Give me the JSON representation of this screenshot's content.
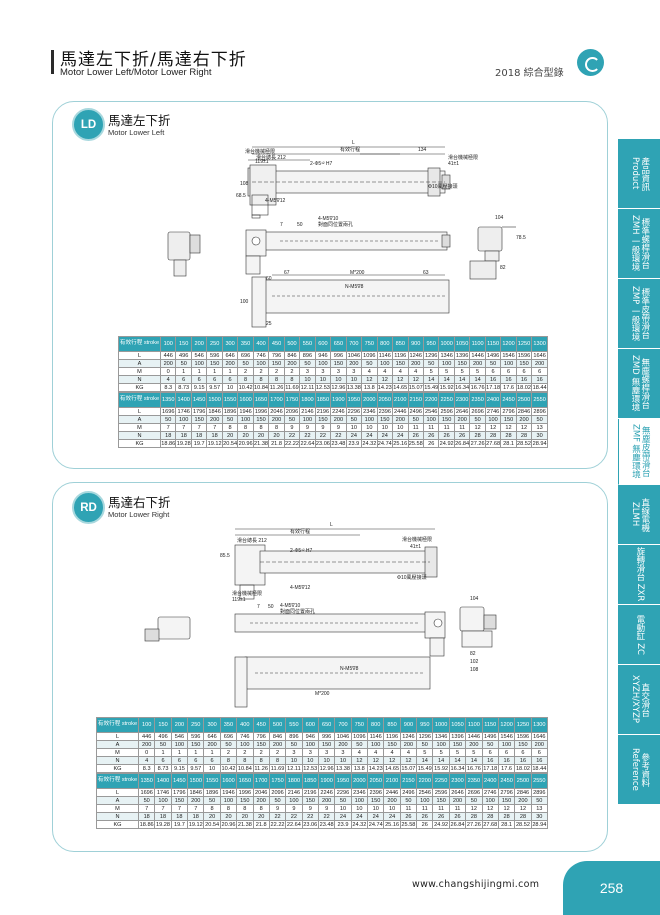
{
  "header": {
    "title": "馬達左下折/馬達右下折",
    "subtitle": "Motor Lower Left/Motor Lower Right",
    "catalog": "2018 綜合型錄"
  },
  "tabs": [
    {
      "label": "產品資訊 Product"
    },
    {
      "label": "標準螺桿滑台ZMH 一般環境"
    },
    {
      "label": "標準皮帶滑台ZMP 一般環境"
    },
    {
      "label": "無塵螺桿滑台ZMD 無塵環境"
    },
    {
      "label": "無塵皮帶滑台ZMF 無塵環境"
    },
    {
      "label": "直線電機 ZLMH"
    },
    {
      "label": "旋轉滑台 ZXR"
    },
    {
      "label": "電動缸 ZC"
    },
    {
      "label": "直交滑台 XYZH/XYZP"
    },
    {
      "label": "參考資料 Reference"
    }
  ],
  "ld": {
    "badge": "LD",
    "title": "馬達左下折",
    "subtitle": "Motor Lower Left",
    "labels": {
      "stroke_total": "滑台總長 212",
      "stroke": "有效行程",
      "l": "L",
      "l134": "134",
      "stage": "滑台機械極限",
      "s119": "119±1",
      "h7": "2-Φ5¹² H7",
      "s411": "41±1",
      "hole": "Φ10風壓接頭",
      "m5": "4-M5∇10",
      "opp": "對面同位置兩孔",
      "m5b": "4-M5∇12",
      "d68": "68.5",
      "d108": "108",
      "d104": "104",
      "d82": "82",
      "d78": "78.5",
      "d7": "7",
      "d50": "50",
      "d67": "67",
      "mtxt": "M*200",
      "a63": "63",
      "n": "N-M5∇8",
      "d60": "60",
      "d100": "100",
      "d25": "25"
    }
  },
  "rd": {
    "badge": "RD",
    "title": "馬達右下折",
    "subtitle": "Motor Lower Right",
    "labels": {
      "stroke_total": "滑台總長 212",
      "stroke": "有效行程",
      "l": "L",
      "stage": "滑台機械極限",
      "s119": "119±1",
      "s411": "41±1",
      "h7": "2-Φ5¹² H7",
      "hole": "Φ10風壓接頭",
      "m5": "4-M5∇10",
      "opp": "對面同位置兩孔",
      "m5b": "4-M5∇12",
      "d85": "85.5",
      "d104": "104",
      "d82": "82",
      "d102": "102",
      "d108": "108",
      "mtxt": "M*200",
      "n": "N-M5∇8",
      "d7": "7",
      "d50": "50"
    }
  },
  "table_ld": {
    "head1": [
      "有效行程 stroke",
      "100",
      "150",
      "200",
      "250",
      "300",
      "350",
      "400",
      "450",
      "500",
      "550",
      "600",
      "650",
      "700",
      "750",
      "800",
      "850",
      "900",
      "950",
      "1000",
      "1050",
      "1100",
      "1150",
      "1200",
      "1250",
      "1300"
    ],
    "rows1": [
      [
        "L",
        "446",
        "496",
        "546",
        "596",
        "646",
        "696",
        "746",
        "796",
        "846",
        "896",
        "946",
        "996",
        "1046",
        "1096",
        "1146",
        "1196",
        "1246",
        "1296",
        "1346",
        "1396",
        "1446",
        "1496",
        "1546",
        "1596",
        "1646"
      ],
      [
        "A",
        "200",
        "50",
        "100",
        "150",
        "200",
        "50",
        "100",
        "150",
        "200",
        "50",
        "100",
        "150",
        "200",
        "50",
        "100",
        "150",
        "200",
        "50",
        "100",
        "150",
        "200",
        "50",
        "100",
        "150",
        "200"
      ],
      [
        "M",
        "0",
        "1",
        "1",
        "1",
        "1",
        "2",
        "2",
        "2",
        "2",
        "3",
        "3",
        "3",
        "3",
        "4",
        "4",
        "4",
        "4",
        "5",
        "5",
        "5",
        "5",
        "6",
        "6",
        "6",
        "6"
      ],
      [
        "N",
        "4",
        "6",
        "6",
        "6",
        "6",
        "8",
        "8",
        "8",
        "8",
        "10",
        "10",
        "10",
        "10",
        "12",
        "12",
        "12",
        "12",
        "14",
        "14",
        "14",
        "14",
        "16",
        "16",
        "16",
        "16"
      ],
      [
        "KG",
        "8.3",
        "8.73",
        "9.15",
        "9.57",
        "10",
        "10.42",
        "10.84",
        "11.26",
        "11.69",
        "12.11",
        "12.53",
        "12.96",
        "13.38",
        "13.8",
        "14.23",
        "14.65",
        "15.07",
        "15.49",
        "15.92",
        "16.34",
        "16.76",
        "17.18",
        "17.6",
        "18.02",
        "18.44"
      ]
    ],
    "head2": [
      "有效行程 stroke",
      "1350",
      "1400",
      "1450",
      "1500",
      "1550",
      "1600",
      "1650",
      "1700",
      "1750",
      "1800",
      "1850",
      "1900",
      "1950",
      "2000",
      "2050",
      "2100",
      "2150",
      "2200",
      "2250",
      "2300",
      "2350",
      "2400",
      "2450",
      "2500",
      "2550"
    ],
    "rows2": [
      [
        "L",
        "1696",
        "1746",
        "1796",
        "1846",
        "1896",
        "1946",
        "1996",
        "2046",
        "2096",
        "2146",
        "2196",
        "2246",
        "2296",
        "2346",
        "2396",
        "2446",
        "2496",
        "2546",
        "2596",
        "2646",
        "2696",
        "2746",
        "2796",
        "2846",
        "2896"
      ],
      [
        "A",
        "50",
        "100",
        "150",
        "200",
        "50",
        "100",
        "150",
        "200",
        "50",
        "100",
        "150",
        "200",
        "50",
        "100",
        "150",
        "200",
        "50",
        "100",
        "150",
        "200",
        "50",
        "100",
        "150",
        "200",
        "50"
      ],
      [
        "M",
        "7",
        "7",
        "7",
        "7",
        "8",
        "8",
        "8",
        "8",
        "9",
        "9",
        "9",
        "9",
        "10",
        "10",
        "10",
        "10",
        "11",
        "11",
        "11",
        "11",
        "12",
        "12",
        "12",
        "12",
        "13"
      ],
      [
        "N",
        "18",
        "18",
        "18",
        "18",
        "20",
        "20",
        "20",
        "20",
        "22",
        "22",
        "22",
        "22",
        "24",
        "24",
        "24",
        "24",
        "26",
        "26",
        "26",
        "26",
        "28",
        "28",
        "28",
        "28",
        "30"
      ],
      [
        "KG",
        "18.86",
        "19.28",
        "19.7",
        "19.12",
        "20.54",
        "20.96",
        "21.38",
        "21.8",
        "22.22",
        "22.64",
        "23.06",
        "23.48",
        "23.9",
        "24.32",
        "24.74",
        "25.16",
        "25.58",
        "26",
        "24.92",
        "26.84",
        "27.26",
        "27.68",
        "28.1",
        "28.52",
        "28.94"
      ]
    ]
  },
  "table_rd": {
    "head1": [
      "有效行程 stroke",
      "100",
      "150",
      "200",
      "250",
      "300",
      "350",
      "400",
      "450",
      "500",
      "550",
      "600",
      "650",
      "700",
      "750",
      "800",
      "850",
      "900",
      "950",
      "1000",
      "1050",
      "1100",
      "1150",
      "1200",
      "1250",
      "1300"
    ],
    "rows1": [
      [
        "L",
        "446",
        "496",
        "546",
        "596",
        "646",
        "696",
        "746",
        "796",
        "846",
        "896",
        "946",
        "996",
        "1046",
        "1096",
        "1146",
        "1196",
        "1246",
        "1296",
        "1346",
        "1396",
        "1446",
        "1496",
        "1546",
        "1596",
        "1646"
      ],
      [
        "A",
        "200",
        "50",
        "100",
        "150",
        "200",
        "50",
        "100",
        "150",
        "200",
        "50",
        "100",
        "150",
        "200",
        "50",
        "100",
        "150",
        "200",
        "50",
        "100",
        "150",
        "200",
        "50",
        "100",
        "150",
        "200"
      ],
      [
        "M",
        "0",
        "1",
        "1",
        "1",
        "1",
        "2",
        "2",
        "2",
        "2",
        "3",
        "3",
        "3",
        "3",
        "4",
        "4",
        "4",
        "4",
        "5",
        "5",
        "5",
        "5",
        "6",
        "6",
        "6",
        "6"
      ],
      [
        "N",
        "4",
        "6",
        "6",
        "6",
        "6",
        "8",
        "8",
        "8",
        "8",
        "10",
        "10",
        "10",
        "10",
        "12",
        "12",
        "12",
        "12",
        "14",
        "14",
        "14",
        "14",
        "16",
        "16",
        "16",
        "16"
      ],
      [
        "KG",
        "8.3",
        "8.73",
        "9.15",
        "9.57",
        "10",
        "10.42",
        "10.84",
        "11.26",
        "11.69",
        "12.11",
        "12.53",
        "12.96",
        "13.38",
        "13.8",
        "14.23",
        "14.65",
        "15.07",
        "15.49",
        "15.92",
        "16.34",
        "16.76",
        "17.18",
        "17.6",
        "18.02",
        "18.44"
      ]
    ],
    "head2": [
      "有效行程 stroke",
      "1350",
      "1400",
      "1450",
      "1500",
      "1550",
      "1600",
      "1650",
      "1700",
      "1750",
      "1800",
      "1850",
      "1900",
      "1950",
      "2000",
      "2050",
      "2100",
      "2150",
      "2200",
      "2250",
      "2300",
      "2350",
      "2400",
      "2450",
      "2500",
      "2550"
    ],
    "rows2": [
      [
        "L",
        "1696",
        "1746",
        "1796",
        "1846",
        "1896",
        "1946",
        "1996",
        "2046",
        "2096",
        "2146",
        "2196",
        "2246",
        "2296",
        "2346",
        "2396",
        "2446",
        "2496",
        "2546",
        "2596",
        "2646",
        "2696",
        "2746",
        "2796",
        "2846",
        "2896"
      ],
      [
        "A",
        "50",
        "100",
        "150",
        "200",
        "50",
        "100",
        "150",
        "200",
        "50",
        "100",
        "150",
        "200",
        "50",
        "100",
        "150",
        "200",
        "50",
        "100",
        "150",
        "200",
        "50",
        "100",
        "150",
        "200",
        "50"
      ],
      [
        "M",
        "7",
        "7",
        "7",
        "7",
        "8",
        "8",
        "8",
        "8",
        "9",
        "9",
        "9",
        "9",
        "10",
        "10",
        "10",
        "10",
        "11",
        "11",
        "11",
        "11",
        "12",
        "12",
        "12",
        "12",
        "13"
      ],
      [
        "N",
        "18",
        "18",
        "18",
        "18",
        "20",
        "20",
        "20",
        "20",
        "22",
        "22",
        "22",
        "22",
        "24",
        "24",
        "24",
        "24",
        "26",
        "26",
        "26",
        "26",
        "28",
        "28",
        "28",
        "28",
        "30"
      ],
      [
        "KG",
        "18.86",
        "19.28",
        "19.7",
        "19.12",
        "20.54",
        "20.96",
        "21.38",
        "21.8",
        "22.22",
        "22.64",
        "23.06",
        "23.48",
        "23.9",
        "24.32",
        "24.74",
        "25.16",
        "25.58",
        "26",
        "24.92",
        "26.84",
        "27.26",
        "27.68",
        "28.1",
        "28.52",
        "28.94"
      ]
    ]
  },
  "footer": {
    "url": "www.changshijingmi.com",
    "page": "258"
  },
  "colors": {
    "accent": "#2fa3b4"
  }
}
